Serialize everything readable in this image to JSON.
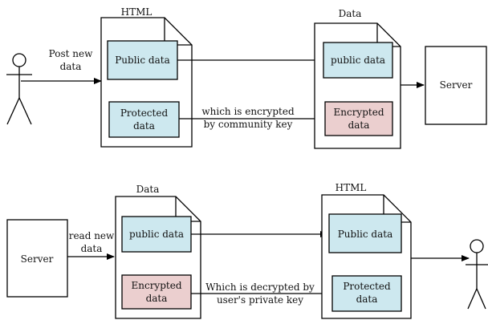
{
  "top": {
    "html_label": "HTML",
    "data_label": "Data",
    "user_action": [
      "Post new",
      "data"
    ],
    "public_box": "Public data",
    "protected_box": [
      "Protected",
      "data"
    ],
    "out_public_box": "public data",
    "encrypted_box": [
      "Encrypted",
      "data"
    ],
    "encrypt_note": [
      "which is encrypted",
      "by community key"
    ],
    "server_label": "Server"
  },
  "bottom": {
    "data_label": "Data",
    "html_label": "HTML",
    "server_label": "Server",
    "read_action": [
      "read new",
      "data"
    ],
    "public_box": "public data",
    "encrypted_box": [
      "Encrypted",
      "data"
    ],
    "out_public_box": "Public data",
    "protected_box": [
      "Protected",
      "data"
    ],
    "decrypt_note": [
      "Which is decrypted by",
      "user's private key"
    ]
  },
  "colors": {
    "stroke": "#000000",
    "public_fill": "#cde8ef",
    "encrypted_fill": "#ebcfcf"
  }
}
